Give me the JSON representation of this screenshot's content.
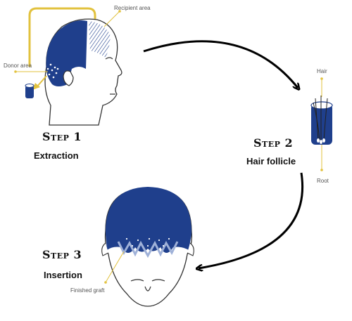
{
  "colors": {
    "hair_blue": "#1f3f8c",
    "accent_yellow": "#e2c23e",
    "arrow": "#000000",
    "skin_outline": "#333333"
  },
  "labels": {
    "recipient_area": "Recipient area",
    "donor_area": "Donor area",
    "hair": "Hair",
    "root": "Root",
    "finished_graft": "Finished graft"
  },
  "steps": [
    {
      "title": "Step 1",
      "desc": "Extraction"
    },
    {
      "title": "Step 2",
      "desc": "Hair follicle"
    },
    {
      "title": "Step 3",
      "desc": "Insertion"
    }
  ]
}
